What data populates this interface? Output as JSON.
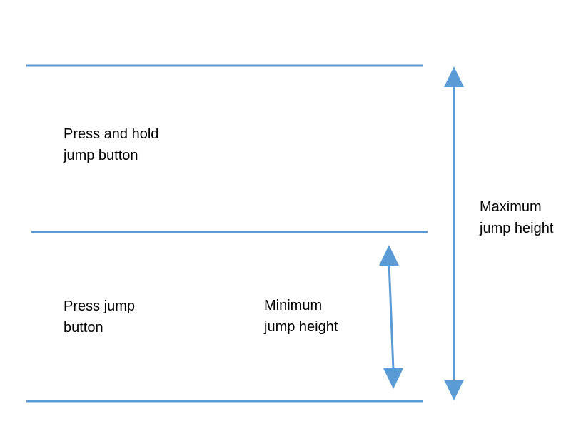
{
  "labels": {
    "hold": [
      "Press and hold",
      "jump button"
    ],
    "press": [
      "Press jump",
      "button"
    ],
    "min": [
      "Minimum",
      "jump height"
    ],
    "max": [
      "Maximum",
      "jump height"
    ]
  },
  "colors": {
    "line": "#5b9bd5",
    "text": "#000000",
    "background": "#ffffff"
  }
}
